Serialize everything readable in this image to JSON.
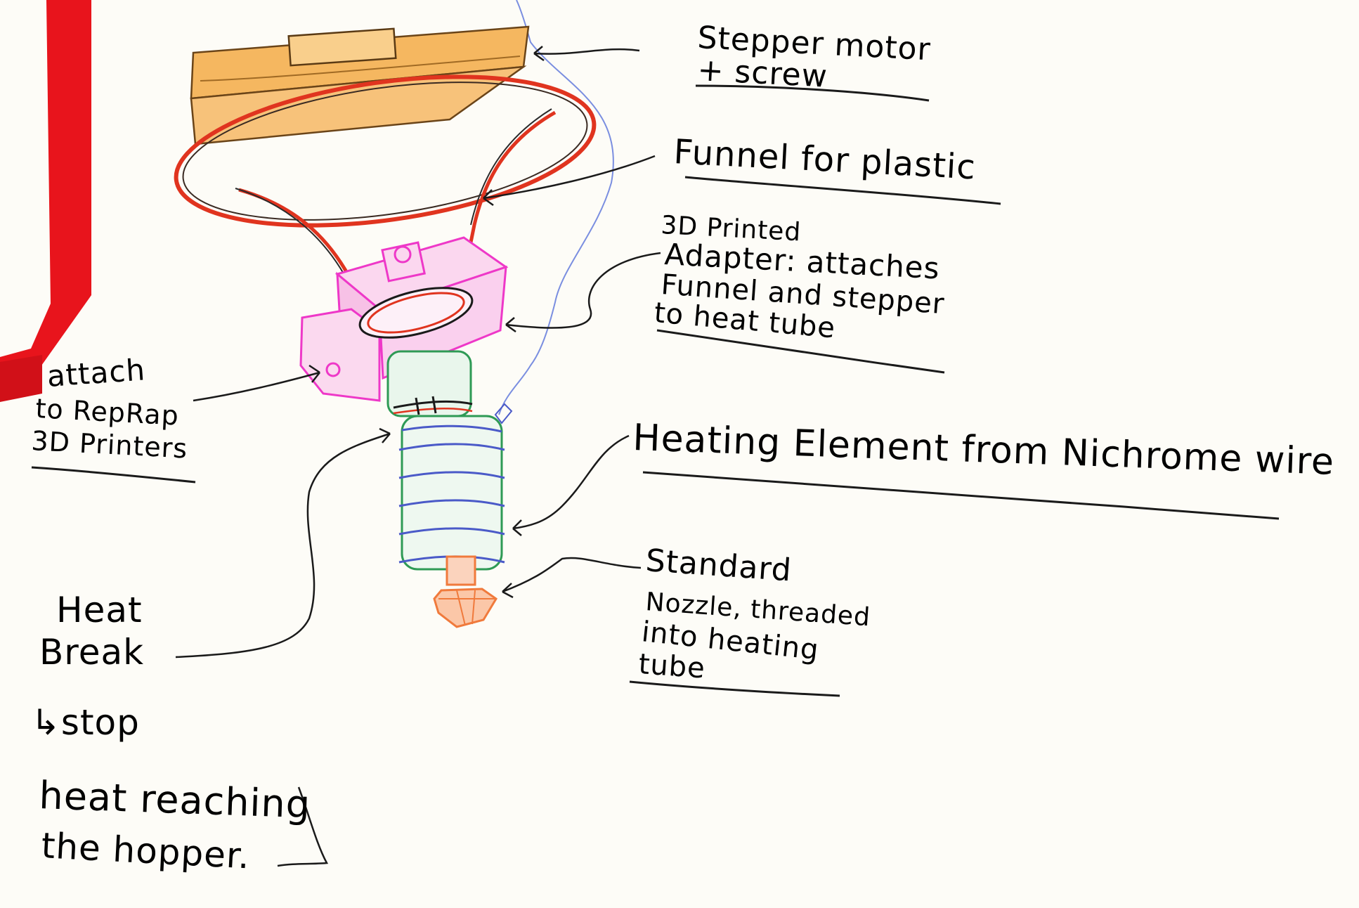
{
  "labels": {
    "stepper_line1": "Stepper motor",
    "stepper_line2": "+ screw",
    "funnel": "Funnel for plastic",
    "adapter_line1": "3D Printed",
    "adapter_line2": "Adapter: attaches",
    "adapter_line3": "Funnel and stepper",
    "adapter_line4": "to heat tube",
    "attach_line1": "attach",
    "attach_line2": "to RepRap",
    "attach_line3": "3D Printers",
    "heating_element": "Heating Element from Nichrome wire",
    "nozzle_line1": "Standard",
    "nozzle_line2": "Nozzle, threaded",
    "nozzle_line3": "into heating",
    "nozzle_line4": "tube",
    "heatbreak_line1": "Heat",
    "heatbreak_line2": "Break",
    "stop_line1": "↳stop",
    "stop_line2": "heat reaching",
    "stop_line3": "the hopper."
  },
  "colors": {
    "paper": "#fdfcf7",
    "ink": "#141414",
    "ribbon": "#e8141c",
    "funnel_red": "#e0341f",
    "motor_orange": "#f0a030",
    "adapter_magenta": "#ee38c8",
    "tube_green": "#2e9a55",
    "coil_blue": "#4a5ac8",
    "nozzle_orange": "#f07a3c",
    "wire_blue": "#7a8ee0"
  }
}
